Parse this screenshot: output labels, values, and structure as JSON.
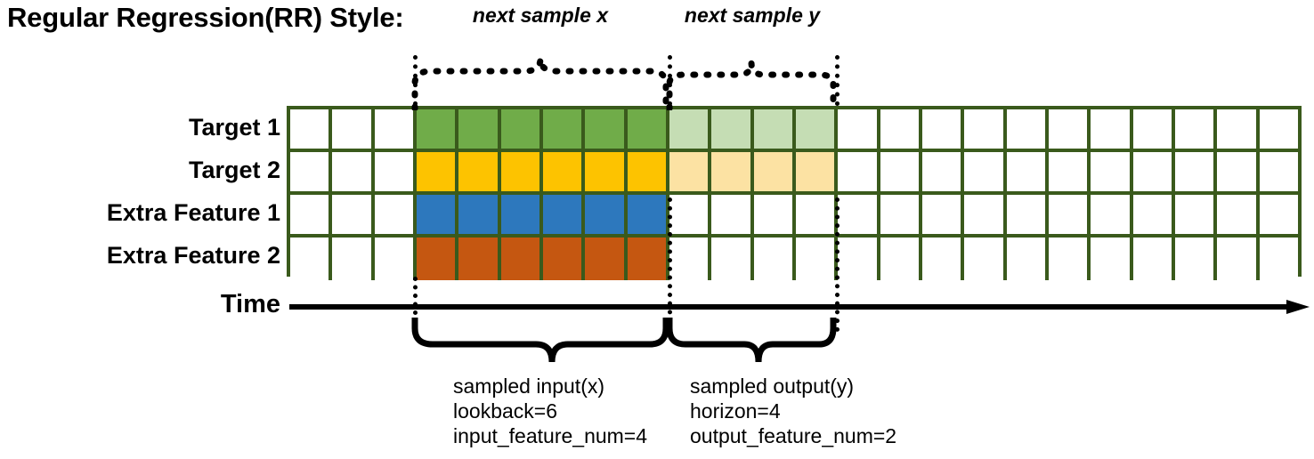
{
  "title": "Regular Regression(RR) Style:",
  "rows": [
    {
      "label": "Target 1",
      "name": "target-1"
    },
    {
      "label": "Target 2",
      "name": "target-2"
    },
    {
      "label": "Extra Feature 1",
      "name": "extra-feature-1"
    },
    {
      "label": "Extra Feature 2",
      "name": "extra-feature-2"
    }
  ],
  "grid": {
    "total_columns": 24,
    "pre_columns": 3,
    "input_columns": 6,
    "output_columns": 4,
    "post_columns": 11,
    "cells": [
      [
        "white",
        "white",
        "white",
        "green",
        "green",
        "green",
        "green",
        "green",
        "green",
        "lgreen",
        "lgreen",
        "lgreen",
        "lgreen",
        "white",
        "white",
        "white",
        "white",
        "white",
        "white",
        "white",
        "white",
        "white",
        "white",
        "white"
      ],
      [
        "white",
        "white",
        "white",
        "yellow",
        "yellow",
        "yellow",
        "yellow",
        "yellow",
        "yellow",
        "lyellow",
        "lyellow",
        "lyellow",
        "lyellow",
        "white",
        "white",
        "white",
        "white",
        "white",
        "white",
        "white",
        "white",
        "white",
        "white",
        "white"
      ],
      [
        "white",
        "white",
        "white",
        "blue",
        "blue",
        "blue",
        "blue",
        "blue",
        "blue",
        "white",
        "white",
        "white",
        "white",
        "white",
        "white",
        "white",
        "white",
        "white",
        "white",
        "white",
        "white",
        "white",
        "white",
        "white"
      ],
      [
        "white",
        "white",
        "white",
        "orange",
        "orange",
        "orange",
        "orange",
        "orange",
        "orange",
        "white",
        "white",
        "white",
        "white",
        "white",
        "white",
        "white",
        "white",
        "white",
        "white",
        "white",
        "white",
        "white",
        "white",
        "white"
      ]
    ]
  },
  "time_axis": {
    "label": "Time"
  },
  "top_captions": [
    {
      "text": "next sample x",
      "name": "next-sample-x"
    },
    {
      "text": "next sample y",
      "name": "next-sample-y"
    }
  ],
  "annotations": [
    {
      "name": "sampled-input",
      "line1": "sampled input(x)",
      "line2": "lookback=6",
      "line3": "input_feature_num=4"
    },
    {
      "name": "sampled-output",
      "line1": "sampled output(y)",
      "line2": "horizon=4",
      "line3": "output_feature_num=2"
    }
  ],
  "colors": {
    "border": "#3a5a1c",
    "target1": "#70ac49",
    "target1_light": "#c5ddb4",
    "target2": "#fdc300",
    "target2_light": "#fce2a3",
    "extra1": "#2d78bd",
    "extra2": "#c55711",
    "ink": "#000000",
    "background": "#ffffff"
  }
}
